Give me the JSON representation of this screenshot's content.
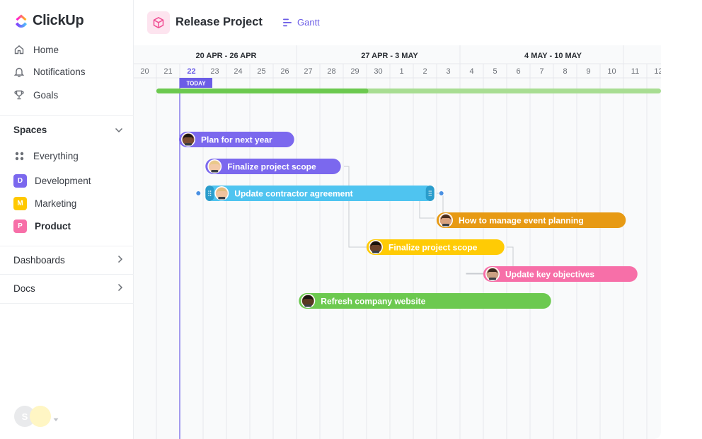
{
  "app": {
    "name": "ClickUp"
  },
  "sidebar": {
    "nav": [
      {
        "label": "Home",
        "icon": "home-icon"
      },
      {
        "label": "Notifications",
        "icon": "bell-icon"
      },
      {
        "label": "Goals",
        "icon": "trophy-icon"
      }
    ],
    "spaces_label": "Spaces",
    "everything_label": "Everything",
    "spaces": [
      {
        "badge": "D",
        "label": "Development",
        "color": "#7b68ee",
        "active": false
      },
      {
        "badge": "M",
        "label": "Marketing",
        "color": "#ffc800",
        "active": false
      },
      {
        "badge": "P",
        "label": "Product",
        "color": "#f76fa8",
        "active": true
      }
    ],
    "dashboards_label": "Dashboards",
    "docs_label": "Docs",
    "user_initial": "S"
  },
  "header": {
    "title": "Release Project",
    "view_label": "Gantt"
  },
  "gantt": {
    "weeks": [
      "20 APR - 26 APR",
      "27 APR - 3 MAY",
      "4 MAY - 10 MAY"
    ],
    "days": [
      "20",
      "21",
      "22",
      "23",
      "24",
      "25",
      "26",
      "27",
      "28",
      "29",
      "30",
      "1",
      "2",
      "3",
      "4",
      "5",
      "6",
      "7",
      "8",
      "9",
      "10",
      "11",
      "12"
    ],
    "today_index": 2,
    "today_label": "TODAY",
    "progress_fraction": 0.42,
    "colors": {
      "progress": "#6cc94f",
      "progress_light": "#a8dd92",
      "today": "#6b5de6"
    },
    "tasks": [
      {
        "name": "Plan for next year",
        "start": 1,
        "end": 6.9,
        "color": "#7b68ee"
      },
      {
        "name": "Finalize project scope",
        "start": 3.1,
        "end": 8.9,
        "color": "#7b68ee"
      },
      {
        "name": "Update contractor agreement",
        "start": 3.1,
        "end": 12.9,
        "color": "#4fc4f0",
        "selected": true
      },
      {
        "name": "How to manage event planning",
        "start": 13,
        "end": 21.1,
        "color": "#e79a14"
      },
      {
        "name": "Finalize project scope",
        "start": 10,
        "end": 15.9,
        "color": "#ffcb05"
      },
      {
        "name": "Update key objectives",
        "start": 15,
        "end": 21.6,
        "color": "#f76fa8"
      },
      {
        "name": "Refresh company website",
        "start": 7.1,
        "end": 17.9,
        "color": "#6cc94f"
      }
    ]
  }
}
